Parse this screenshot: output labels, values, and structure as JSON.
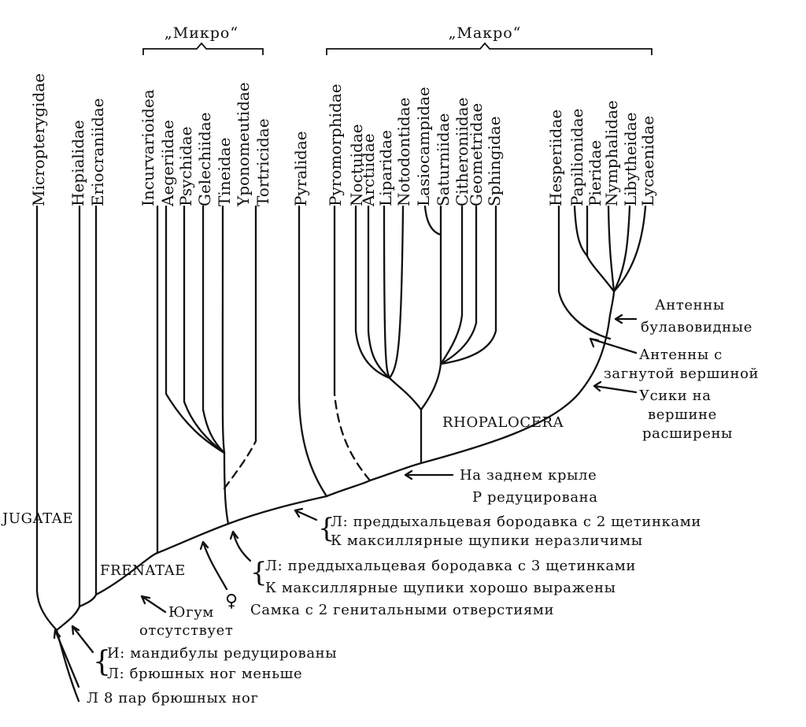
{
  "groups": {
    "micro": "„Микро“",
    "macro": "„Макро“"
  },
  "taxa": [
    "Micropterygidae",
    "Hepialidae",
    "Eriocraniidae",
    "Incurvarioidea",
    "Aegeriidae",
    "Psychidae",
    "Gelechiidae",
    "Tineidae",
    "Yponomeutidae",
    "Tortricidae",
    "Pyralidae",
    "Pyromorphidae",
    "Noctuidae",
    "Arctiidae",
    "Liparidae",
    "Notodontidae",
    "Lasiocampidae",
    "Saturniidae",
    "Citheroniidae",
    "Geometridae",
    "Sphingidae",
    "Hesperiidae",
    "Papilionidae",
    "Pieridae",
    "Nymphalidae",
    "Libytheidae",
    "Lycaenidae"
  ],
  "clades": {
    "jugatae": "JUGATAE",
    "frenatae": "FRENATAE",
    "rhopalocera": "RHOPALOCERA"
  },
  "annotations": {
    "antennae_clubbed": [
      "Антенны",
      "булавовидные"
    ],
    "antennae_hooked": [
      "Антенны с",
      "загнутой вершиной"
    ],
    "antennae_widened": [
      "Усики на",
      "вершине",
      "расширены"
    ],
    "hindwing_r": [
      "На заднем крыле",
      "Р редуцирована"
    ],
    "char_2_setae": [
      "Л: преддыхальцевая бородавка с 2 щетинками",
      "К    максиллярные щупики неразличимы"
    ],
    "char_3_setae": [
      "Л: преддыхальцевая бородавка с 3 щетинками",
      "К   максиллярные щупики хорошо выражены"
    ],
    "female_symbol": "♀",
    "female_openings": "Самка с 2 генитальными отверстиями",
    "jugum_absent": [
      "Югум",
      "отсутствует"
    ],
    "mandibles": [
      "И: мандибулы редуцированы",
      "Л: брюшных ног меньше"
    ],
    "prolegs_8": "Л   8 пар брюшных ног"
  }
}
